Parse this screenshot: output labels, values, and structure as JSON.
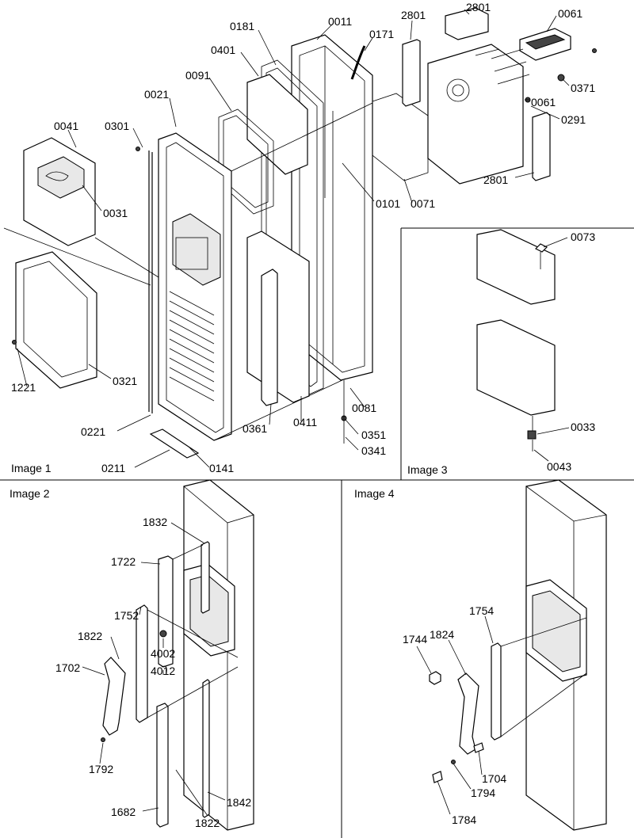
{
  "panels": [
    {
      "label": "Image 1"
    },
    {
      "label": "Image 2"
    },
    {
      "label": "Image 3"
    },
    {
      "label": "Image 4"
    }
  ],
  "image1": {
    "callouts": [
      "0011",
      "0171",
      "2801",
      "2801",
      "0061",
      "0181",
      "0401",
      "0091",
      "0021",
      "0301",
      "0041",
      "0031",
      "0371",
      "0061",
      "0291",
      "0101",
      "0071",
      "2801",
      "1221",
      "0321",
      "0221",
      "0211",
      "0141",
      "0361",
      "0411",
      "0081",
      "0351",
      "0341"
    ]
  },
  "image2": {
    "callouts": [
      "1832",
      "1722",
      "1752",
      "1822",
      "4002",
      "1702",
      "4012",
      "1792",
      "1682",
      "1822",
      "1842"
    ]
  },
  "image3": {
    "callouts": [
      "0073",
      "0033",
      "0043"
    ]
  },
  "image4": {
    "callouts": [
      "1824",
      "1754",
      "1744",
      "1704",
      "1794",
      "1784"
    ]
  }
}
